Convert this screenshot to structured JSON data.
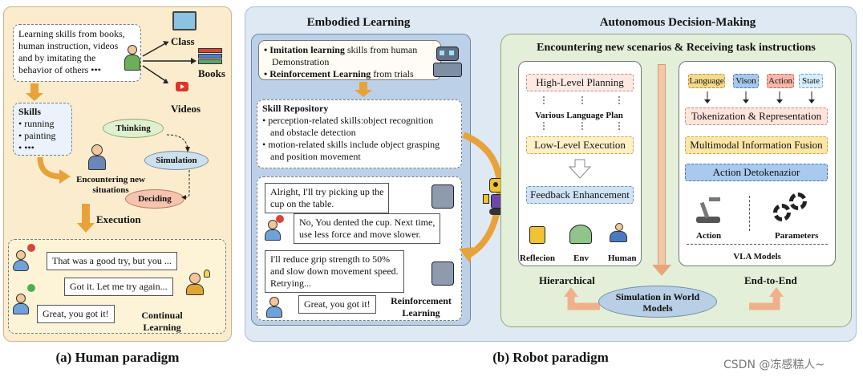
{
  "human": {
    "intro_lines": [
      "Learning skills from books,",
      "human instruction, videos",
      "and by imitating the",
      "behavior of others •••"
    ],
    "class_label": "Class",
    "books_label": "Books",
    "videos_label": "Videos",
    "skills_title": "Skills",
    "skills": [
      "running",
      "painting",
      "•••"
    ],
    "thinking": "Thinking",
    "simulation": "Simulation",
    "deciding": "Deciding",
    "encountering_lines": [
      "Encountering new",
      "situations"
    ],
    "execution": "Execution",
    "dialog": [
      "That was a good try, but you ...",
      "Got it.  Let me try again...",
      "Great, you got it!"
    ],
    "continual_lines": [
      "Continual",
      "Learning"
    ],
    "caption": "(a) Human paradigm"
  },
  "embodied": {
    "title": "Embodied Learning",
    "imitation_bold": "Imitation learning",
    "imitation_rest": " skills from human",
    "imitation_line2": "Demonstration",
    "reinforcement_bold": "Reinforcement Learning",
    "reinforcement_rest": " from trials",
    "repo_title": "Skill Repository",
    "repo_lines": [
      "perception-related skills:object recognition",
      "and obstacle detection",
      "motion-related skills include object grasping",
      "and position movement"
    ],
    "dialog": [
      [
        "Alright, I'll try picking up the",
        "cup on the table."
      ],
      [
        "No, You dented the cup. Next time,",
        "use less force and move slower."
      ],
      [
        "I'll reduce grip strength to 50%",
        "and slow down movement speed.",
        "Retrying..."
      ],
      [
        "Great, you got it!"
      ]
    ],
    "rl_lines": [
      "Reinforcement",
      "Learning"
    ]
  },
  "autonomous": {
    "title": "Autonomous Decision-Making",
    "subtitle": "Encountering new scenarios & Receiving task instructions",
    "high_level": "High-Level Planning",
    "various": "Various Language Plan",
    "low_level": "Low-Level Execution",
    "feedback": "Feedback Enhancement",
    "icons": [
      "Reflecion",
      "Env",
      "Human"
    ],
    "hierarchical": "Hierarchical",
    "tags": [
      "Language",
      "Vison",
      "Action",
      "State"
    ],
    "tokenization": "Tokenization & Representation",
    "fusion": "Multimodal Information Fusion",
    "detok": "Action Detokenazior",
    "action": "Action",
    "parameters": "Parameters",
    "vla": "VLA Models",
    "end_to_end": "End-to-End",
    "sim_lines": [
      "Simulation in World",
      "Models"
    ]
  },
  "robot_caption": "(b) Robot paradigm",
  "watermark": "CSDN @冻感糕人~",
  "colors": {
    "human_bg": "#fbeccd",
    "robot_bg": "#dfe9f3",
    "embodied_bg": "#bcd0e8",
    "autonomous_bg": "#e3efd8",
    "arrow_orange": "#e8a23a",
    "high_level_bg": "#fde9e4",
    "low_level_bg": "#fdf0c6",
    "feedback_bg": "#cfe2f6",
    "sim_bg": "#b8cfe6"
  }
}
